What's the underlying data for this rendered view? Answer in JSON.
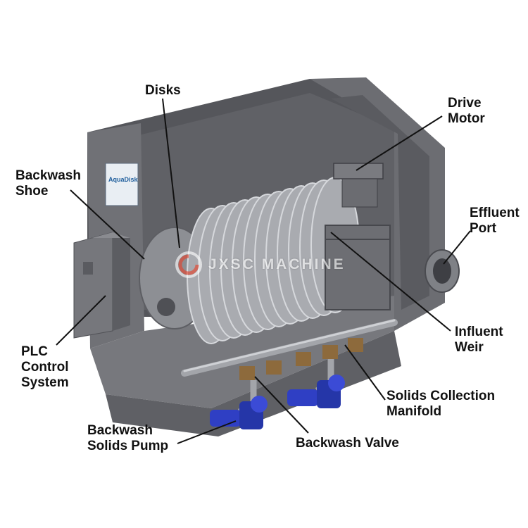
{
  "colors": {
    "tank": "#6a6b70",
    "tank_dark": "#4a4b50",
    "tank_light": "#8e9095",
    "disk": "#a9abb0",
    "disk_edge": "#d6d8dc",
    "pump": "#2f3fc4",
    "pipe": "#9b9da2",
    "leader": "#111111",
    "text": "#111111",
    "watermark_accent": "#e7412a"
  },
  "labels": {
    "disks": {
      "lines": [
        "Disks"
      ]
    },
    "drive_motor": {
      "lines": [
        "Drive",
        "Motor"
      ]
    },
    "backwash_shoe": {
      "lines": [
        "Backwash",
        "Shoe"
      ]
    },
    "effluent_port": {
      "lines": [
        "Effluent",
        "Port"
      ]
    },
    "influent_weir": {
      "lines": [
        "Influent",
        "Weir"
      ]
    },
    "plc_control_system": {
      "lines": [
        "PLC",
        "Control",
        "System"
      ]
    },
    "solids_collection_manifold": {
      "lines": [
        "Solids Collection",
        "Manifold"
      ]
    },
    "backwash_solids_pump": {
      "lines": [
        "Backwash",
        "Solids Pump"
      ]
    },
    "backwash_valve": {
      "lines": [
        "Backwash Valve"
      ]
    }
  },
  "watermark": {
    "text": "JXSC MACHINE",
    "icon": "jxsc-logo-icon"
  },
  "tank_panel": {
    "logo": "AquaDisk",
    "icon": "aquadisk-logo-icon"
  },
  "disk_count": 12
}
